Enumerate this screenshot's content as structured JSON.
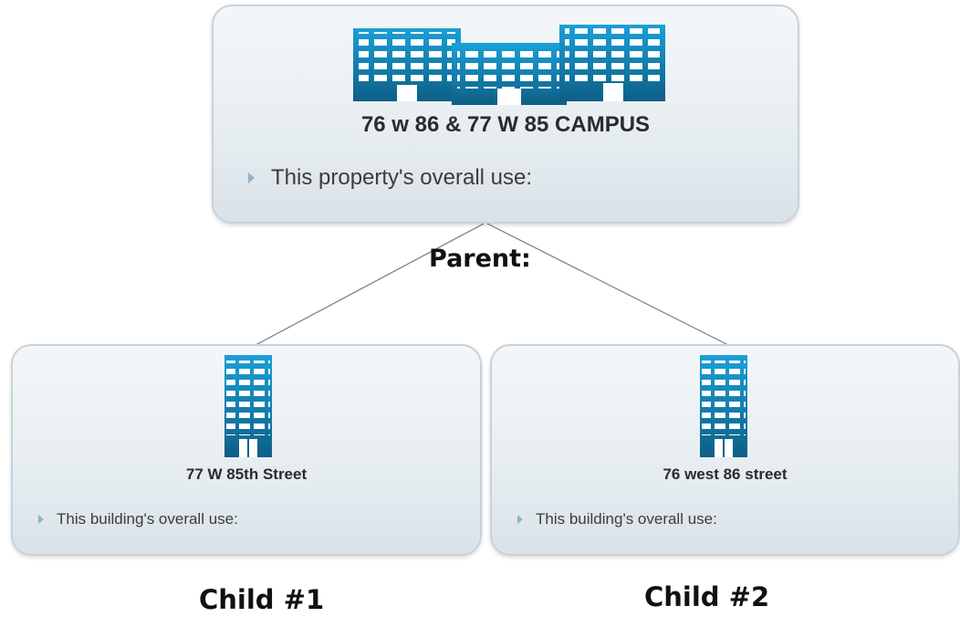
{
  "parent": {
    "title": "76 w 86 & 77 W 85 CAMPUS",
    "use_label": "This property's overall use:",
    "icon": "office-campus-icon",
    "caption": "Parent:"
  },
  "children": [
    {
      "title": "77 W 85th Street",
      "use_label": "This building's overall use:",
      "icon": "office-building-icon",
      "caption": "Child #1"
    },
    {
      "title": "76 west 86 street",
      "use_label": "This building's overall use:",
      "icon": "office-building-icon",
      "caption": "Child #2"
    }
  ],
  "colors": {
    "icon_top": "#1aa0d8",
    "icon_bottom": "#0d5f86",
    "node_border": "#c9d2d9",
    "connector": "#7a7a7a",
    "expander": "#8fb3cc"
  }
}
